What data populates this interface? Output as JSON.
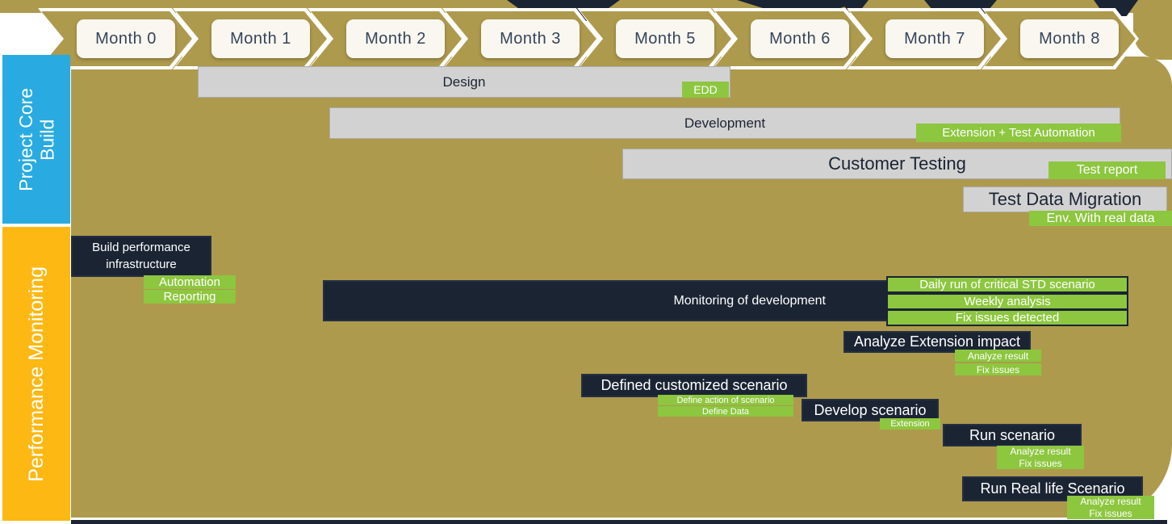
{
  "header": {
    "months": [
      "Month 0",
      "Month 1",
      "Month 2",
      "Month 3",
      "Month 5",
      "Month 6",
      "Month 7",
      "Month 8"
    ]
  },
  "sidebar": {
    "core_line1": "Project Core",
    "core_line2": "Build",
    "perf": "Performance Monitoring"
  },
  "core": {
    "design": {
      "label": "Design",
      "tag": "EDD"
    },
    "development": {
      "label": "Development",
      "tag": "Extension + Test Automation"
    },
    "customer_testing": {
      "label": "Customer Testing",
      "tag": "Test report"
    },
    "test_data_migration": {
      "label": "Test Data Migration",
      "tag": "Env. With real data"
    }
  },
  "perf": {
    "build_infra": {
      "label": "Build performance infrastructure",
      "tags": [
        "Automation",
        "Reporting"
      ]
    },
    "monitoring": {
      "label": "Monitoring of development",
      "tags": [
        "Daily run of critical  STD scenario",
        "Weekly analysis",
        "Fix issues detected"
      ]
    },
    "analyze_extension": {
      "label": "Analyze Extension impact",
      "tags": [
        "Analyze result",
        "Fix issues"
      ]
    },
    "defined_scenario": {
      "label": "Defined customized scenario",
      "tags": [
        "Define action of scenario",
        "Define Data"
      ]
    },
    "develop_scenario": {
      "label": "Develop scenario",
      "tags": [
        "Extension"
      ]
    },
    "run_scenario": {
      "label": "Run scenario",
      "tags": [
        "Analyze result",
        "Fix issues"
      ]
    },
    "run_real_scenario": {
      "label": "Run Real life Scenario",
      "tags": [
        "Analyze result",
        "Fix issues"
      ]
    }
  },
  "colors": {
    "olive": "#AE9A4D",
    "blue": "#29ABE2",
    "yellow": "#FDB813",
    "navy": "#1B2433",
    "green": "#8DC63F",
    "gray": "#D2D2D2"
  }
}
